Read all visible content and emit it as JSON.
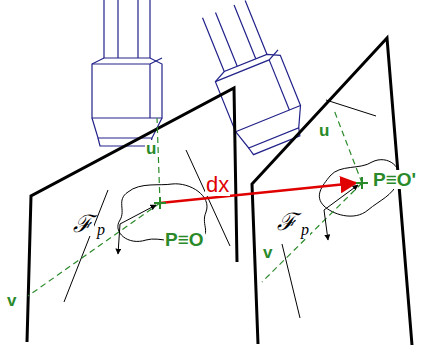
{
  "diagram": {
    "labels": [
      "u",
      "v",
      "ℱ",
      "p",
      "P≡O",
      "dx",
      "u",
      "v",
      "ℱ",
      "p",
      "P≡O'"
    ]
  }
}
